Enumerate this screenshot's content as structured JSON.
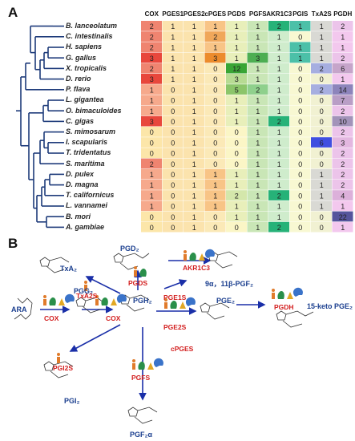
{
  "panels": {
    "a": "A",
    "b": "B"
  },
  "headers": [
    "COX",
    "PGES1",
    "PGES2",
    "cPGES",
    "PGDS",
    "PGFS",
    "AKR1C3",
    "PGIS",
    "TxA2S",
    "PGDH"
  ],
  "species": [
    {
      "name": "B. lanceolatum",
      "values": [
        "2",
        "1",
        "1",
        "1",
        "1",
        "1",
        "2",
        "1",
        "1",
        "2"
      ]
    },
    {
      "name": "C. intestinalis",
      "values": [
        "2",
        "1",
        "1",
        "2",
        "1",
        "1",
        "1",
        "0",
        "1",
        "1"
      ]
    },
    {
      "name": "H. sapiens",
      "values": [
        "2",
        "1",
        "1",
        "1",
        "1",
        "1",
        "1",
        "1",
        "1",
        "1"
      ]
    },
    {
      "name": "G. gallus",
      "values": [
        "3",
        "1",
        "1",
        "3",
        "1",
        "3",
        "1",
        "1",
        "1",
        "2"
      ]
    },
    {
      "name": "X. tropicalis",
      "values": [
        "2",
        "1",
        "1",
        "0",
        "12",
        "1",
        "1",
        "0",
        "2",
        "6"
      ]
    },
    {
      "name": "D. rerio",
      "values": [
        "3",
        "1",
        "1",
        "0",
        "3",
        "1",
        "1",
        "0",
        "0",
        "1"
      ]
    },
    {
      "name": "P. flava",
      "values": [
        "1",
        "0",
        "1",
        "0",
        "5",
        "2",
        "1",
        "0",
        "2",
        "14"
      ]
    },
    {
      "name": "L. gigantea",
      "values": [
        "1",
        "0",
        "1",
        "0",
        "1",
        "1",
        "1",
        "0",
        "0",
        "7"
      ]
    },
    {
      "name": "O. bimaculoides",
      "values": [
        "1",
        "0",
        "1",
        "0",
        "1",
        "1",
        "1",
        "0",
        "0",
        "2"
      ]
    },
    {
      "name": "C. gigas",
      "values": [
        "3",
        "0",
        "1",
        "0",
        "1",
        "1",
        "2",
        "0",
        "0",
        "10"
      ]
    },
    {
      "name": "S. mimosarum",
      "values": [
        "0",
        "0",
        "1",
        "0",
        "0",
        "1",
        "1",
        "0",
        "0",
        "2"
      ]
    },
    {
      "name": "I. scapularis",
      "values": [
        "0",
        "0",
        "1",
        "0",
        "0",
        "1",
        "1",
        "0",
        "6",
        "3"
      ]
    },
    {
      "name": "T. tridentatus",
      "values": [
        "0",
        "0",
        "1",
        "0",
        "0",
        "1",
        "1",
        "0",
        "0",
        "2"
      ]
    },
    {
      "name": "S. maritima",
      "values": [
        "2",
        "0",
        "1",
        "0",
        "0",
        "1",
        "1",
        "0",
        "0",
        "2"
      ]
    },
    {
      "name": "D. pulex",
      "values": [
        "1",
        "0",
        "1",
        "1",
        "1",
        "1",
        "1",
        "0",
        "1",
        "2"
      ]
    },
    {
      "name": "D. magna",
      "values": [
        "1",
        "0",
        "1",
        "1",
        "1",
        "1",
        "1",
        "0",
        "1",
        "2"
      ]
    },
    {
      "name": "T. californicus",
      "values": [
        "1",
        "0",
        "1",
        "1",
        "2",
        "1",
        "2",
        "0",
        "1",
        "4"
      ]
    },
    {
      "name": "L. vannamei",
      "values": [
        "1",
        "0",
        "1",
        "1",
        "1",
        "1",
        "1",
        "0",
        "1",
        "1"
      ]
    },
    {
      "name": "B. mori",
      "values": [
        "0",
        "0",
        "1",
        "0",
        "1",
        "1",
        "1",
        "0",
        "0",
        "22"
      ]
    },
    {
      "name": "A. gambiae",
      "values": [
        "0",
        "0",
        "1",
        "0",
        "0",
        "1",
        "2",
        "0",
        "0",
        "1"
      ]
    }
  ],
  "colors": {
    "COX": {
      "0": "#fce6a9",
      "1": "#f6a98c",
      "2": "#ef8470",
      "3": "#e8473c"
    },
    "PGES": "#fbe3ad",
    "cPGES": {
      "0": "#fbe9b7",
      "1": "#f8c486",
      "2": "#f0a75a",
      "3": "#ec8b2c"
    },
    "PGDS": {
      "0": "#fbf6c6",
      "1": "#e8efba",
      "2": "#d4e7ab",
      "3": "#b7db93",
      "5": "#8cc56a",
      "12": "#39a535"
    },
    "PGFS": {
      "1": "#c9e6b6",
      "2": "#8fd08c",
      "3": "#4dae52"
    },
    "AKR1C3": {
      "1": "#cfeccc",
      "2": "#26b278"
    },
    "PGIS": {
      "0": "#f8f8d2",
      "1": "#4cc0a8"
    },
    "TxA2S": {
      "0": "#f1f1d2",
      "1": "#d9d9d4",
      "2": "#a6aee0",
      "6": "#3f4fe0"
    },
    "PGDH": {
      "1": "#f3c8ee",
      "2": "#ecc4ea",
      "3": "#e3b7e0",
      "4": "#dcb0da",
      "6": "#c6a5ca",
      "7": "#b99ec6",
      "10": "#a293b9",
      "14": "#8d84bb",
      "22": "#55559c"
    }
  },
  "pathway": {
    "ara": "ARA",
    "pgg2": "PGG₂",
    "pgh2": "PGH₂",
    "txa2": "TxA₂",
    "pgd2": "PGD₂",
    "pge2": "PGE₂",
    "pgi2": "PGI₂",
    "pgf2a": "PGF₂α",
    "keto": "15-keto PGE₂",
    "f3": "9α，11β-PGF₂",
    "cox1": "COX",
    "cox2": "COX",
    "txa2s": "TxA2S",
    "pgds": "PGDS",
    "akr1c3": "AKR1C3",
    "pge1s": "PGE1S",
    "pge2s": "PGE2S",
    "cpges": "cPGES",
    "pgfs": "PGFS",
    "pgi2s": "PGI2S",
    "pgdh": "PGDH"
  }
}
